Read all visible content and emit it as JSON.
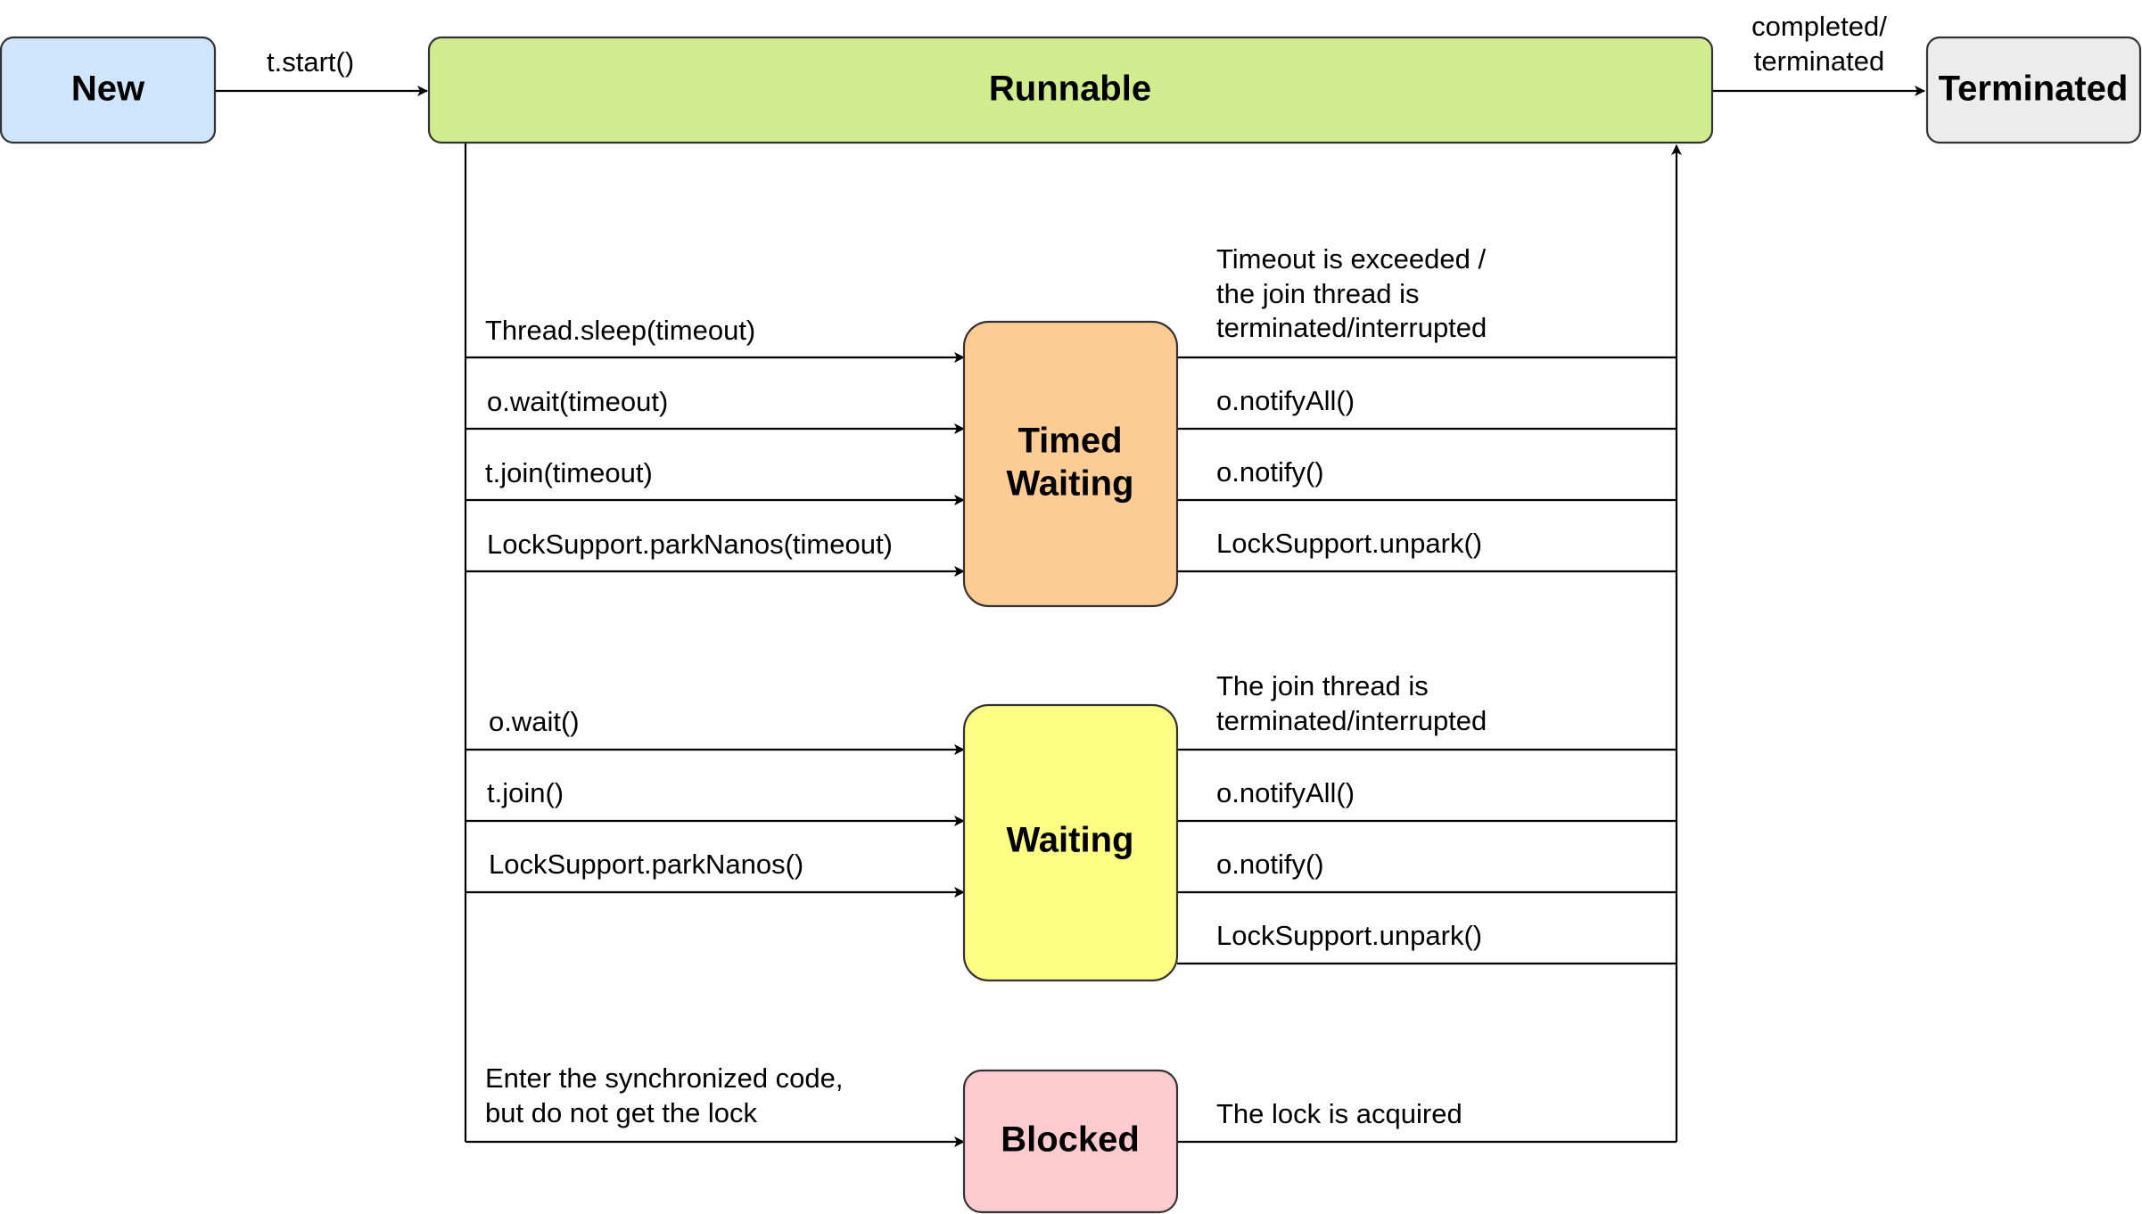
{
  "states": {
    "new": {
      "label": "New",
      "fill": "#cfe5fb"
    },
    "runnable": {
      "label": "Runnable",
      "fill": "#d1ec8f"
    },
    "terminated": {
      "label": "Terminated",
      "fill": "#ececec"
    },
    "timed_waiting": {
      "label_lines": [
        "Timed",
        "Waiting"
      ],
      "fill": "#fdcb94"
    },
    "waiting": {
      "label": "Waiting",
      "fill": "#fefe84"
    },
    "blocked": {
      "label": "Blocked",
      "fill": "#fecccf"
    }
  },
  "transitions": {
    "start": "t.start()",
    "complete": [
      "completed/",
      "terminated"
    ],
    "to_timed_waiting": [
      "Thread.sleep(timeout)",
      "o.wait(timeout)",
      "t.join(timeout)",
      "LockSupport.parkNanos(timeout)"
    ],
    "from_timed_waiting": {
      "timeout": [
        "Timeout is exceeded /",
        "the join thread is",
        "terminated/interrupted"
      ],
      "others": [
        "o.notifyAll()",
        "o.notify()",
        "LockSupport.unpark()"
      ]
    },
    "to_waiting": [
      "o.wait()",
      "t.join()",
      "LockSupport.parkNanos()"
    ],
    "from_waiting": {
      "join": [
        "The join thread is",
        "terminated/interrupted"
      ],
      "others": [
        "o.notifyAll()",
        "o.notify()",
        "LockSupport.unpark()"
      ]
    },
    "to_blocked": [
      "Enter the synchronized code,",
      "but do not get the lock"
    ],
    "from_blocked": "The lock is acquired"
  }
}
